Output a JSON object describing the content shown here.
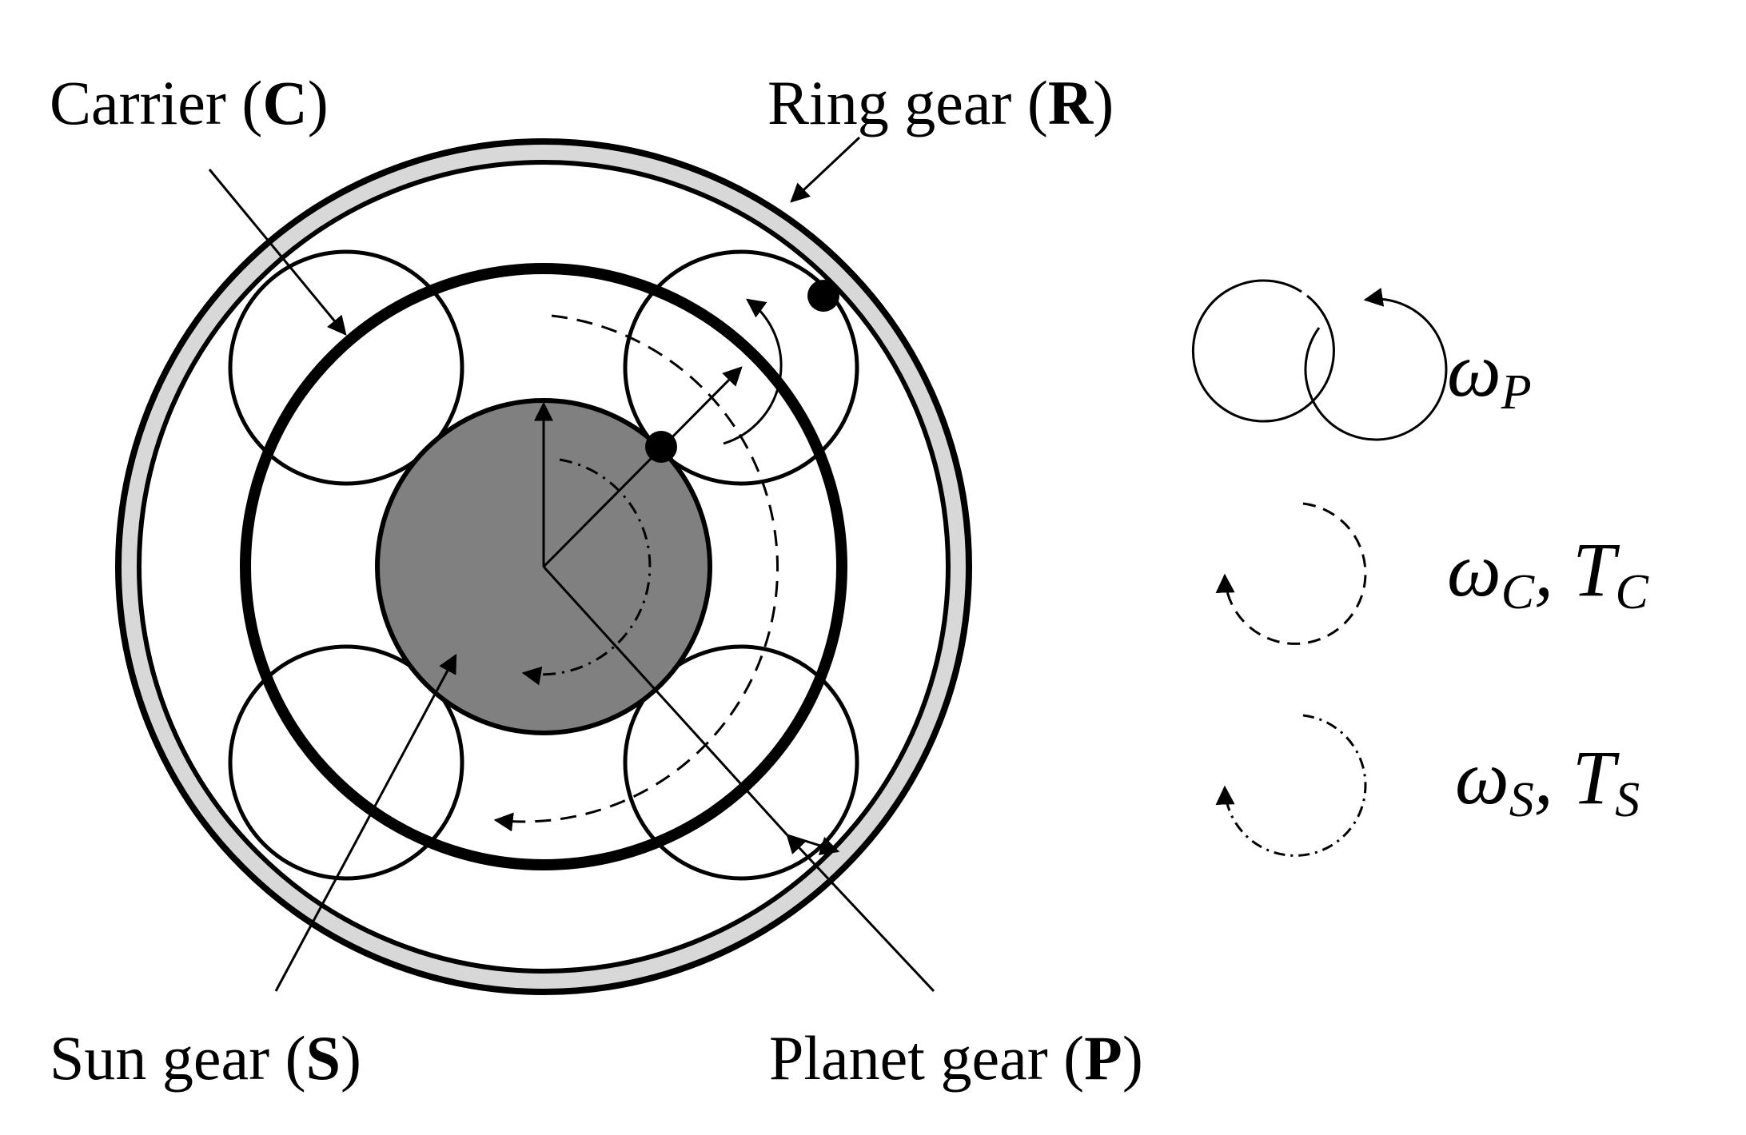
{
  "labels": {
    "carrier": {
      "text": "Carrier (",
      "letter": "C",
      "close": ")"
    },
    "ring": {
      "text": "Ring gear (",
      "letter": "R",
      "close": ")"
    },
    "sun": {
      "text": "Sun gear (",
      "letter": "S",
      "close": ")"
    },
    "planet": {
      "text": "Planet gear (",
      "letter": "P",
      "close": ")"
    }
  },
  "legend": [
    {
      "symbol": "ω",
      "sub": "P",
      "extra": "",
      "extra_sub": "",
      "line_style": "solid"
    },
    {
      "symbol": "ω",
      "sub": "C",
      "extra": ", T",
      "extra_sub": "C",
      "line_style": "dashed"
    },
    {
      "symbol": "ω",
      "sub": "S",
      "extra": ", T",
      "extra_sub": "S",
      "line_style": "dash-dot"
    }
  ],
  "colors": {
    "ring_fill": "#d8d8d8",
    "sun_fill": "#808080",
    "stroke": "#000000"
  }
}
